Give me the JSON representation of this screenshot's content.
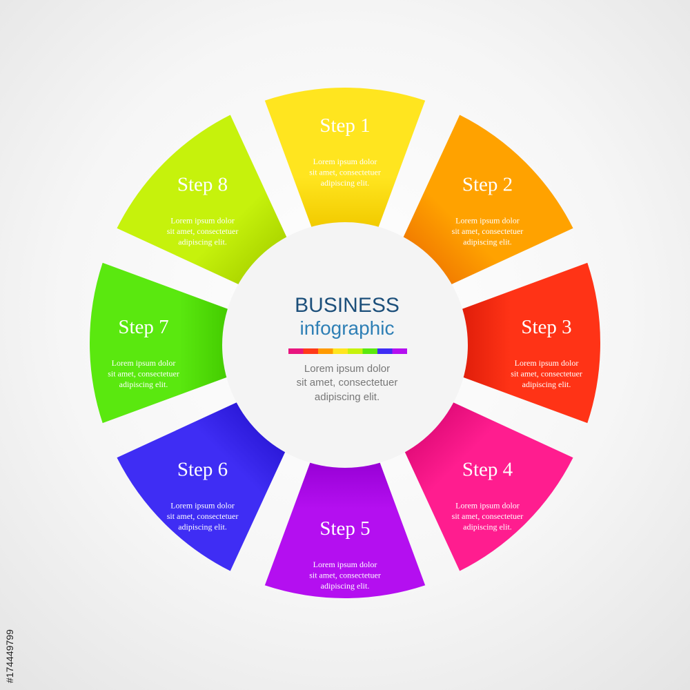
{
  "center": {
    "title": "BUSINESS",
    "subtitle": "infographic",
    "text": [
      "Lorem ipsum dolor",
      "sit amet, consectetuer",
      "adipiscing elit."
    ]
  },
  "segments": [
    {
      "label": "Step 1",
      "text": [
        "Lorem ipsum dolor",
        "sit amet, consectetuer",
        "adipiscing elit."
      ],
      "color": "#ffe51f",
      "shade": "#f2cb00"
    },
    {
      "label": "Step 2",
      "text": [
        "Lorem ipsum dolor",
        "sit amet, consectetuer",
        "adipiscing elit."
      ],
      "color": "#ffa200",
      "shade": "#f27e00"
    },
    {
      "label": "Step 3",
      "text": [
        "Lorem ipsum dolor",
        "sit amet, consectetuer",
        "adipiscing elit."
      ],
      "color": "#ff3316",
      "shade": "#e01e0a"
    },
    {
      "label": "Step 4",
      "text": [
        "Lorem ipsum dolor",
        "sit amet, consectetuer",
        "adipiscing elit."
      ],
      "color": "#ff1d8f",
      "shade": "#e20c79"
    },
    {
      "label": "Step 5",
      "text": [
        "Lorem ipsum dolor",
        "sit amet, consectetuer",
        "adipiscing elit."
      ],
      "color": "#b40ff0",
      "shade": "#9600d4"
    },
    {
      "label": "Step 6",
      "text": [
        "Lorem ipsum dolor",
        "sit amet, consectetuer",
        "adipiscing elit."
      ],
      "color": "#3f2df4",
      "shade": "#2b19d8"
    },
    {
      "label": "Step 7",
      "text": [
        "Lorem ipsum dolor",
        "sit amet, consectetuer",
        "adipiscing elit."
      ],
      "color": "#5ae80f",
      "shade": "#44cc00"
    },
    {
      "label": "Step 8",
      "text": [
        "Lorem ipsum dolor",
        "sit amet, consectetuer",
        "adipiscing elit."
      ],
      "color": "#c6f20c",
      "shade": "#aed800"
    }
  ],
  "color_bar": [
    "#e8157f",
    "#ff3a1a",
    "#ff9a00",
    "#ffe51f",
    "#c6f20c",
    "#5ae80f",
    "#3f2df4",
    "#b40ff0"
  ],
  "watermark": "#174449799"
}
